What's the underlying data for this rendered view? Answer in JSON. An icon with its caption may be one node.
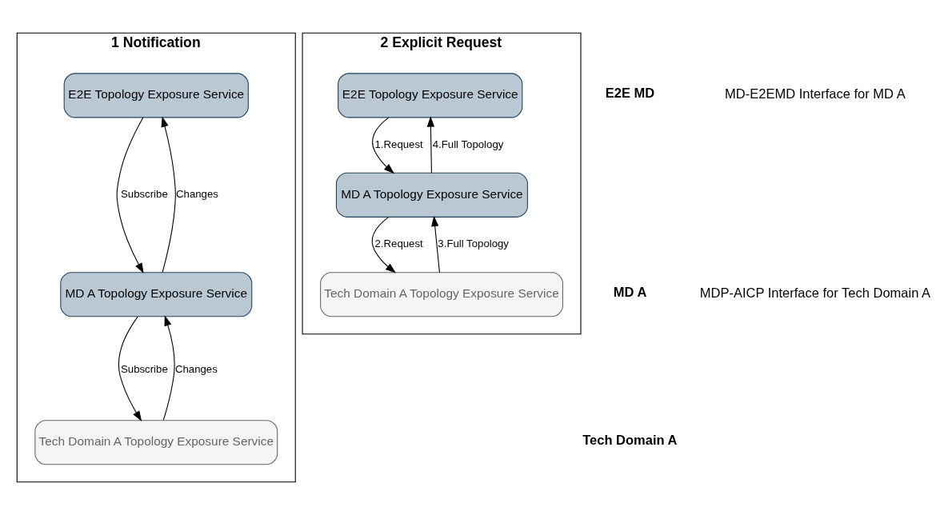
{
  "diagram": {
    "nodes": [
      {
        "text": [
          "1 Notification"
        ]
      },
      {
        "text": [
          "E2E Topology Exposure Service"
        ],
        "in": 0
      },
      {
        "text": [
          "MD A Topology Exposure Service"
        ],
        "in": 0
      },
      {
        "text": [
          "Tech Domain A Topology Exposure Service"
        ],
        "in": 0
      },
      {
        "text": [
          "2 Explicit Request"
        ]
      },
      {
        "text": [
          "E2E Topology Exposure Service"
        ],
        "in": 4
      },
      {
        "text": [
          "MD A Topology Exposure Service"
        ],
        "in": 4
      },
      {
        "text": [
          "Tech Domain A Topology Exposure Service"
        ],
        "in": 4
      }
    ],
    "edges": [
      {
        "from": 1,
        "to": 2,
        "arrow": "to",
        "label": "Subscribe"
      },
      {
        "from": 2,
        "to": 1,
        "arrow": "to",
        "label": "Changes"
      },
      {
        "from": 2,
        "to": 3,
        "arrow": "to",
        "label": "Subscribe"
      },
      {
        "from": 3,
        "to": 2,
        "arrow": "to",
        "label": "Changes"
      },
      {
        "from": 5,
        "to": 6,
        "arrow": "to",
        "label": "1.Request"
      },
      {
        "from": 6,
        "to": 5,
        "arrow": "to",
        "label": "4.Full Topology"
      },
      {
        "from": 6,
        "to": 7,
        "arrow": "to",
        "label": "2.Request"
      },
      {
        "from": 7,
        "to": 6,
        "arrow": "to",
        "label": "3.Full Topology"
      }
    ],
    "labels": [
      "E2E MD",
      "MD A",
      "Tech Domain A",
      "MD-E2EMD Interface for MD A",
      "MDP-AICP Interface for Tech Domain A"
    ]
  }
}
